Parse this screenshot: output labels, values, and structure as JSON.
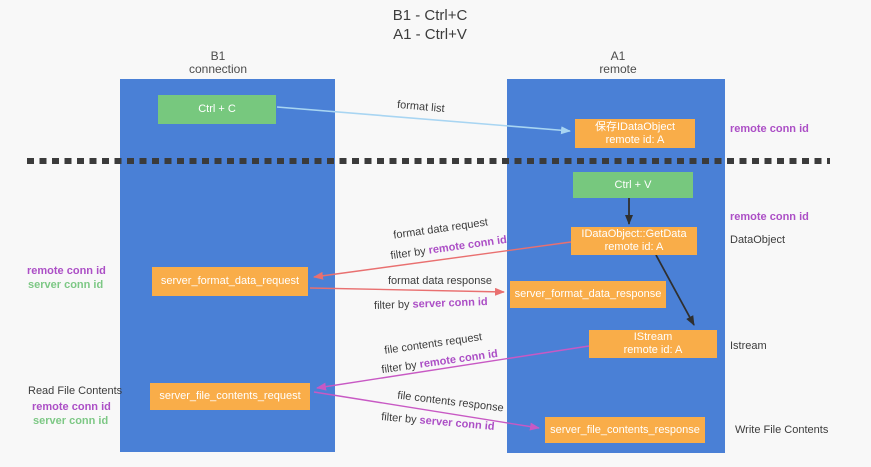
{
  "title": {
    "line1": "B1 - Ctrl+C",
    "line2": "A1 - Ctrl+V"
  },
  "columns": {
    "b1": {
      "name": "B1",
      "subtitle": "connection"
    },
    "a1": {
      "name": "A1",
      "subtitle": "remote"
    }
  },
  "boxes": {
    "ctrl_c": {
      "label": "Ctrl + C"
    },
    "ctrl_v": {
      "label": "Ctrl + V"
    },
    "save_dataobject": {
      "line1": "保存IDataObject",
      "line2": "remote id: A"
    },
    "getdata": {
      "line1": "IDataObject::GetData",
      "line2": "remote id: A"
    },
    "istream": {
      "line1": "IStream",
      "line2": "remote id: A"
    },
    "server_format_data_request": {
      "label": "server_format_data_request"
    },
    "server_format_data_response": {
      "label": "server_format_data_response"
    },
    "server_file_contents_request": {
      "label": "server_file_contents_request"
    },
    "server_file_contents_response": {
      "label": "server_file_contents_response"
    }
  },
  "arrow_labels": {
    "format_list": "format list",
    "format_data_request": "format data request",
    "format_data_response": "format data response",
    "file_contents_request": "file contents request",
    "file_contents_response": "file contents response",
    "filter_by": "filter by",
    "remote_conn_id": "remote conn id",
    "server_conn_id": "server conn id"
  },
  "side_labels": {
    "remote_conn_id_top": "remote conn id",
    "remote_conn_id_mid": "remote conn id",
    "dataobject": "DataObject",
    "istream": "Istream",
    "read_file_contents": "Read File Contents",
    "write_file_contents": "Write File Contents",
    "left_remote_conn_id_1": "remote conn id",
    "left_server_conn_id_1": "server conn id",
    "left_remote_conn_id_2": "remote conn id",
    "left_server_conn_id_2": "server conn id"
  },
  "colors": {
    "background": "#f8f8f8",
    "column_blue": "#4a80d6",
    "box_green": "#77c87e",
    "box_orange": "#f9ad49",
    "box_text": "#ffffff",
    "purple_label": "#ac4fc6",
    "green_label": "#7dc885",
    "arrow_red": "#e97070",
    "arrow_magenta": "#c859c4",
    "arrow_lightblue": "#a8d5f2",
    "arrow_black": "#2f2f2f",
    "dash_line": "#3b3b3b",
    "text_dark": "#3c3c3c"
  }
}
